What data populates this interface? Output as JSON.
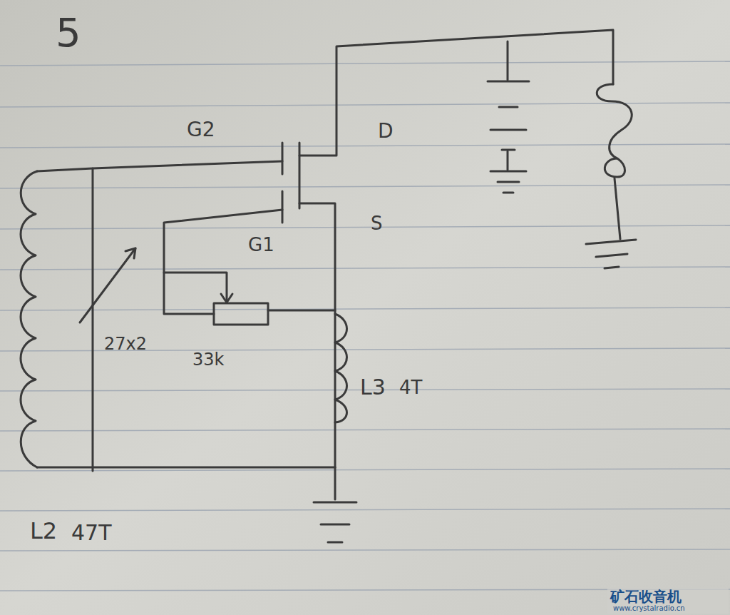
{
  "diagram": {
    "labels": [
      "5",
      "G2",
      "D",
      "G1",
      "S",
      "27x2",
      "33k",
      "L3",
      "4T",
      "L2",
      "47T",
      "矿石收音机",
      "www.crystalradio.cn"
    ]
  }
}
